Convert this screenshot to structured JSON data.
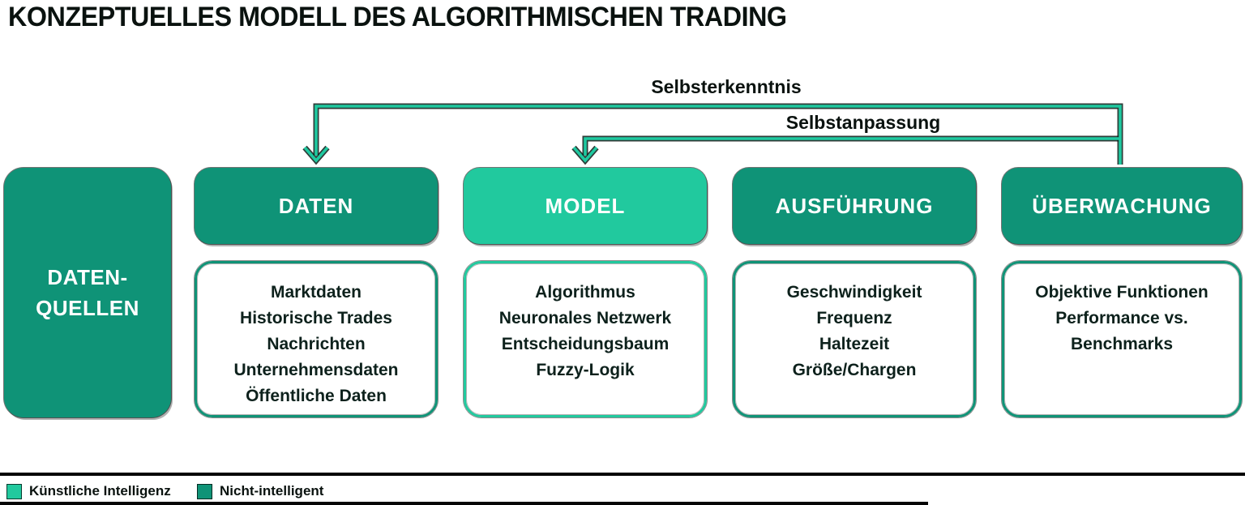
{
  "title": "KONZEPTUELLES MODELL DES ALGORITHMISCHEN TRADING",
  "feedback_loops": {
    "selbsterkenntnis": "Selbsterkenntnis",
    "selbstanpassung": "Selbstanpassung"
  },
  "source_box": {
    "lines": [
      "DATEN-",
      "QUELLEN"
    ]
  },
  "columns": [
    {
      "header": "DATEN",
      "type": "nicht-intelligent",
      "items": [
        "Marktdaten",
        "Historische Trades",
        "Nachrichten",
        "Unternehmensdaten",
        "Öffentliche Daten"
      ]
    },
    {
      "header": "MODEL",
      "type": "kuenstliche-intelligenz",
      "items": [
        "Algorithmus",
        "Neuronales Netzwerk",
        "Entscheidungsbaum",
        "Fuzzy-Logik"
      ]
    },
    {
      "header": "AUSFÜHRUNG",
      "type": "nicht-intelligent",
      "items": [
        "Geschwindigkeit",
        "Frequenz",
        "Haltezeit",
        "Größe/Chargen"
      ]
    },
    {
      "header": "ÜBERWACHUNG",
      "type": "nicht-intelligent",
      "items": [
        "Objektive Funktionen",
        "Performance vs.",
        "Benchmarks"
      ]
    }
  ],
  "legend": {
    "items": [
      {
        "label": "Künstliche Intelligenz",
        "color": "#21C99E"
      },
      {
        "label": "Nicht-intelligent",
        "color": "#0F9377"
      }
    ]
  },
  "colors": {
    "ai_green": "#21C99E",
    "dark_teal": "#0F9377",
    "arrow_green": "#1EC9A0",
    "text_dark": "#0D211C"
  }
}
